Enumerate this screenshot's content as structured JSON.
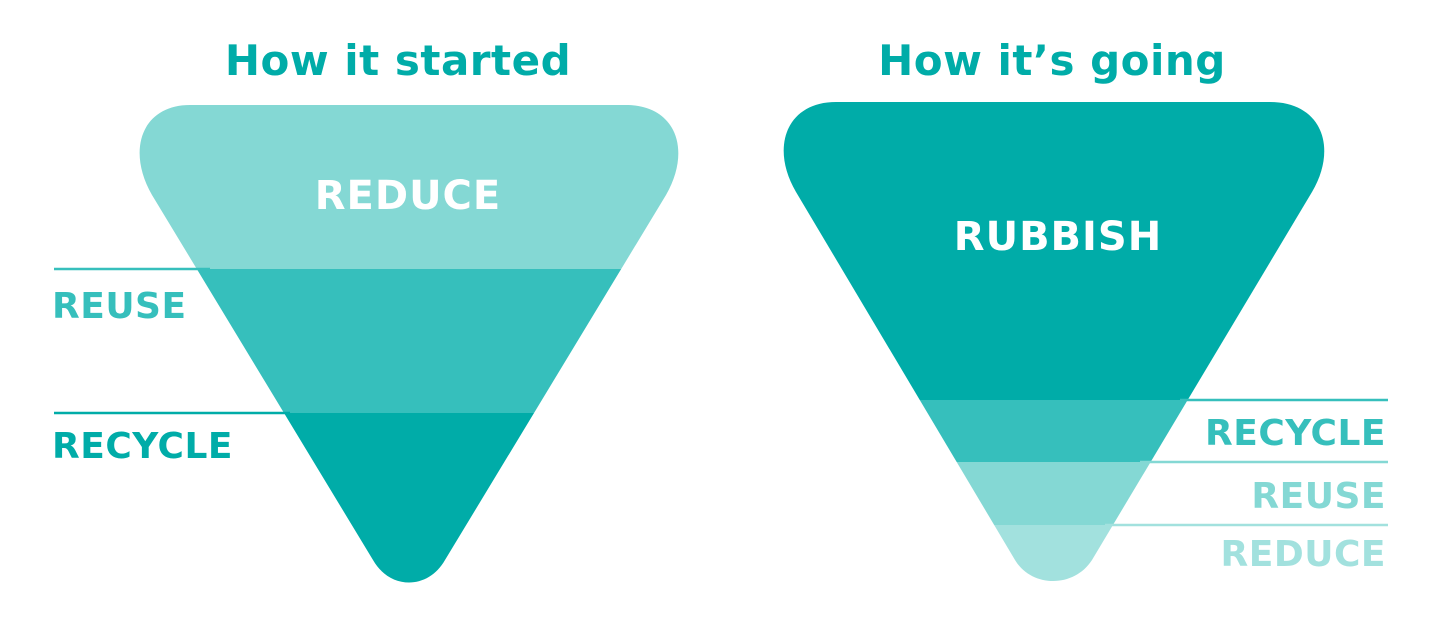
{
  "colors": {
    "light": "#84d8d4",
    "medium": "#36bfbc",
    "dark": "#00aca8",
    "text_on_shape": "#ffffff"
  },
  "left": {
    "title": "How it started",
    "layers": [
      {
        "label": "REDUCE",
        "color": "light"
      },
      {
        "label": "REUSE",
        "color": "medium"
      },
      {
        "label": "RECYCLE",
        "color": "dark"
      }
    ]
  },
  "right": {
    "title": "How it’s going",
    "layers": [
      {
        "label": "RUBBISH",
        "color": "dark"
      },
      {
        "label": "RECYCLE",
        "color": "medium"
      },
      {
        "label": "REUSE",
        "color": "light"
      },
      {
        "label": "REDUCE",
        "color": "light"
      }
    ]
  }
}
